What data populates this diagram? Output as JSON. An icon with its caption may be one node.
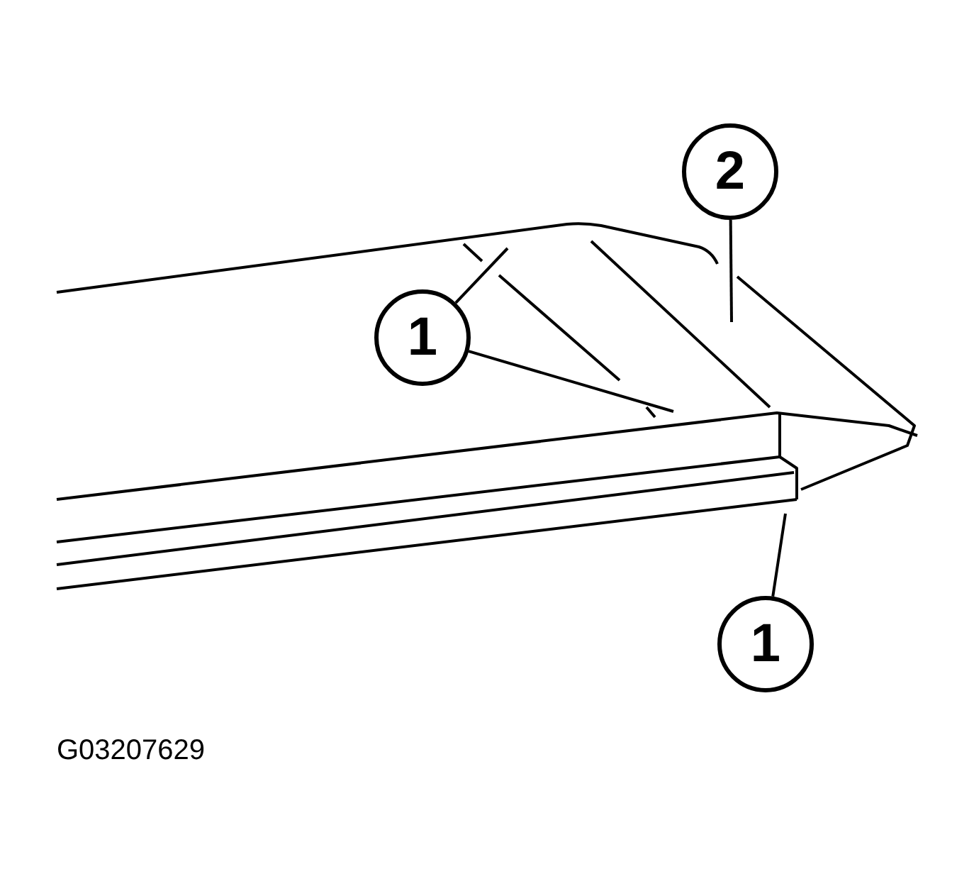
{
  "diagram": {
    "nodes": [
      {
        "text": [
          "2"
        ]
      },
      {
        "text": [
          "1"
        ]
      },
      {
        "text": [
          "1"
        ]
      }
    ],
    "edges": [
      {
        "from": 0,
        "to": null,
        "arrow": "none"
      },
      {
        "from": 1,
        "to": null,
        "arrow": "none"
      },
      {
        "from": 1,
        "to": null,
        "arrow": "none"
      },
      {
        "from": 2,
        "to": null,
        "arrow": "none"
      }
    ],
    "labels": [
      "G03207629"
    ]
  }
}
